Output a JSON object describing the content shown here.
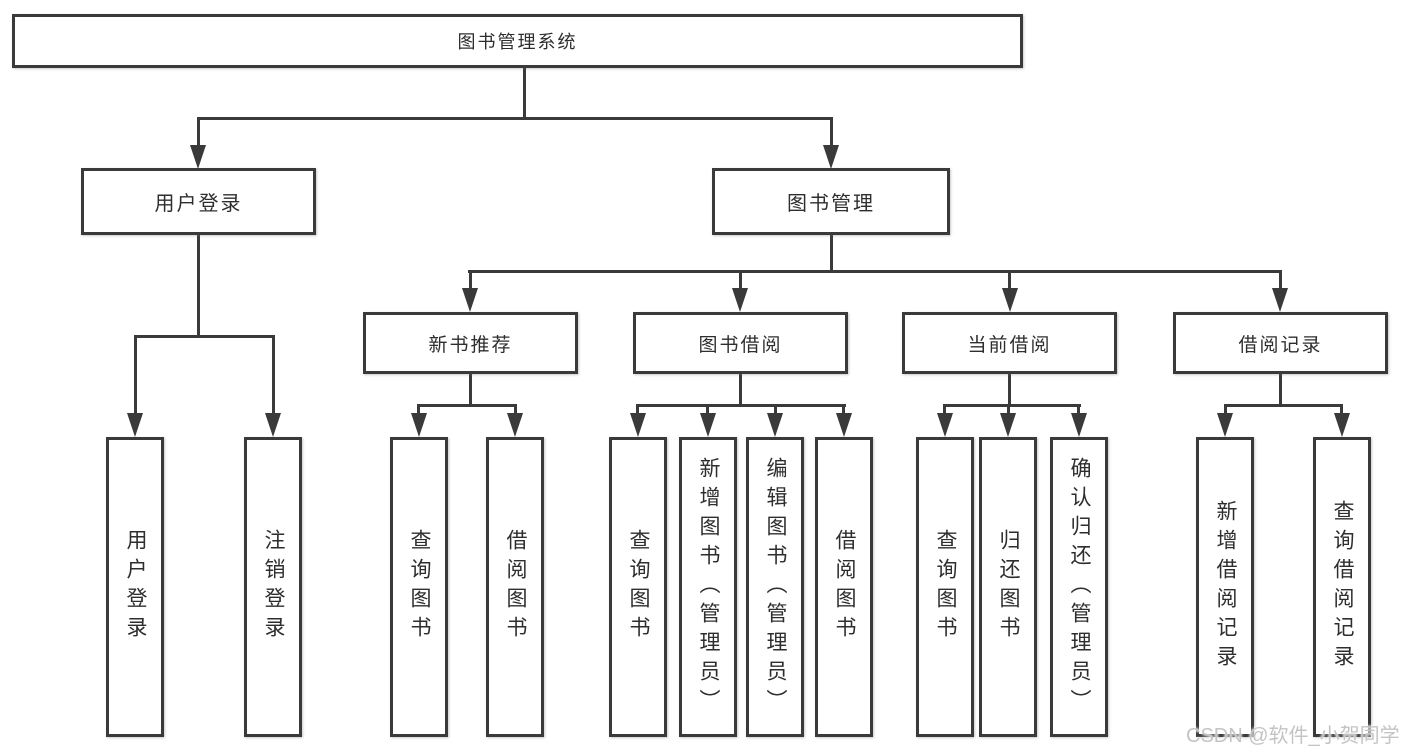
{
  "tree": {
    "root": {
      "label": "图书管理系统",
      "children": [
        {
          "label": "用户登录",
          "children": [
            {
              "label": "用户登录"
            },
            {
              "label": "注销登录"
            }
          ]
        },
        {
          "label": "图书管理",
          "children": [
            {
              "label": "新书推荐",
              "children": [
                {
                  "label": "查询图书"
                },
                {
                  "label": "借阅图书"
                }
              ]
            },
            {
              "label": "图书借阅",
              "children": [
                {
                  "label": "查询图书"
                },
                {
                  "label": "新增图书（管理员）"
                },
                {
                  "label": "编辑图书（管理员）"
                },
                {
                  "label": "借阅图书"
                }
              ]
            },
            {
              "label": "当前借阅",
              "children": [
                {
                  "label": "查询图书"
                },
                {
                  "label": "归还图书"
                },
                {
                  "label": "确认归还（管理员）"
                }
              ]
            },
            {
              "label": "借阅记录",
              "children": [
                {
                  "label": "新增借阅记录"
                },
                {
                  "label": "查询借阅记录"
                }
              ]
            }
          ]
        }
      ]
    }
  },
  "watermark": {
    "text": "CSDN @软件_小贺同学"
  },
  "colors": {
    "line": "#3a3a3a",
    "text": "#2e2e2e",
    "watermark": "#c4c4c4",
    "background": "#ffffff"
  }
}
